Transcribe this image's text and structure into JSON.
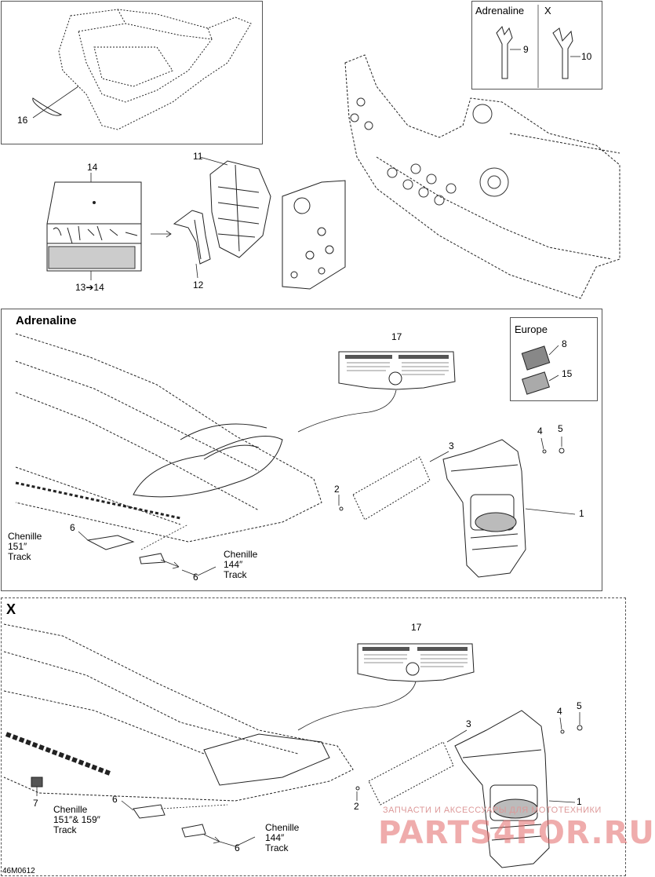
{
  "diagram": {
    "figure_code": "46M0612",
    "panels": {
      "insert_x_variants": {
        "col_a": "Adrenaline",
        "col_b": "X"
      },
      "adrenaline": {
        "title": "Adrenaline"
      },
      "europe": {
        "title": "Europe"
      },
      "x": {
        "title": "X"
      }
    },
    "callouts": {
      "p16": "16",
      "p14": "14",
      "p13_14": "13➔14",
      "p11": "11",
      "p12": "12",
      "p9": "9",
      "p10": "10",
      "a17": "17",
      "a8": "8",
      "a15": "15",
      "a4": "4",
      "a5": "5",
      "a3": "3",
      "a2": "2",
      "a1": "1",
      "a6a": "6",
      "a6b": "6",
      "x17": "17",
      "x4": "4",
      "x5": "5",
      "x3": "3",
      "x2": "2",
      "x1": "1",
      "x7": "7",
      "x6a": "6",
      "x6b": "6"
    },
    "track_labels": {
      "a_long": [
        "Chenille",
        "151″",
        "Track"
      ],
      "a_short": [
        "Chenille",
        "144″",
        "Track"
      ],
      "x_long": [
        "Chenille",
        "151″& 159″",
        "Track"
      ],
      "x_short": [
        "Chenille",
        "144″",
        "Track"
      ]
    },
    "watermark": {
      "line1": "ЗАПЧАСТИ И АКСЕССУАРЫ ДЛЯ МОТОТЕХНИКИ",
      "line2": "PARTS4FOR.RU"
    }
  }
}
